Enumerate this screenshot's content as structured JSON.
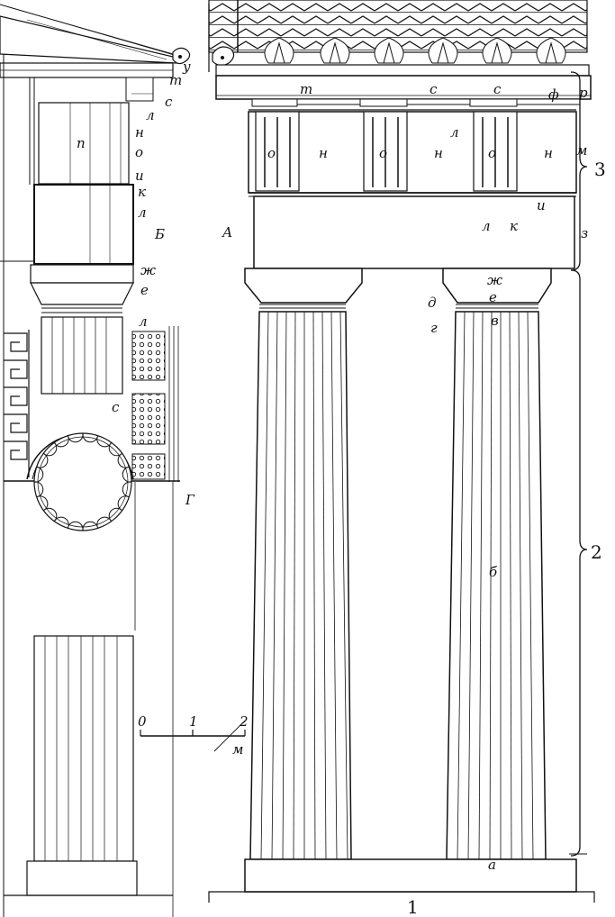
{
  "figure": {
    "figure_number": "1",
    "section_numbers": [
      "2",
      "3"
    ],
    "view_labels": [
      "А",
      "Б",
      "Г"
    ]
  },
  "labels": {
    "a": "а",
    "b": "б",
    "v": "в",
    "g": "г",
    "d": "д",
    "e": "е",
    "zh": "ж",
    "z": "з",
    "i": "и",
    "k": "к",
    "l": "л",
    "m": "м",
    "n": "н",
    "o": "о",
    "p": "п",
    "r": "р",
    "s": "с",
    "t": "т",
    "u": "у",
    "f": "ф"
  },
  "scale_bar": {
    "ticks": [
      "0",
      "1",
      "2"
    ],
    "unit": "м"
  }
}
